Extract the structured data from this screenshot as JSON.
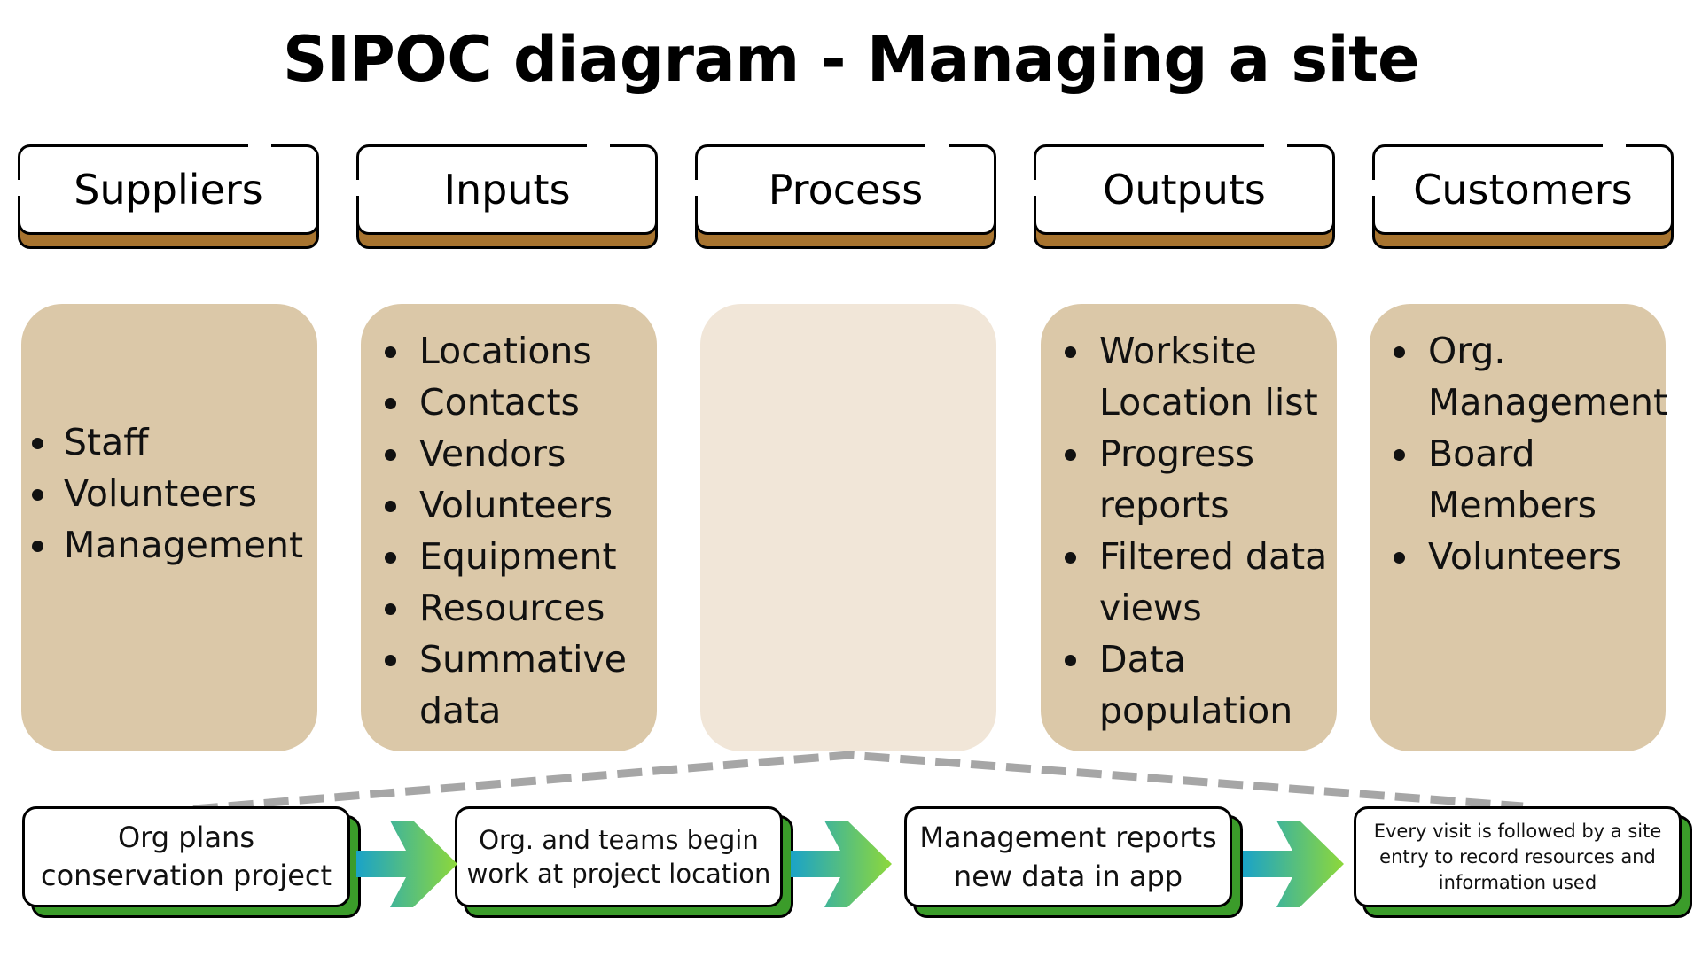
{
  "title": "SIPOC diagram -  Managing a site",
  "headers": [
    "Suppliers",
    "Inputs",
    "Process",
    "Outputs",
    "Customers"
  ],
  "suppliers": [
    "Staff",
    "Volunteers",
    "Management"
  ],
  "inputs": [
    "Locations",
    "Contacts",
    "Vendors",
    "Volunteers",
    "Equipment",
    "Resources",
    "Summative data"
  ],
  "outputs": [
    "Worksite Location list",
    "Progress reports",
    "Filtered data views",
    "Data population"
  ],
  "customers": [
    "Org. Management",
    "Board Members",
    "Volunteers"
  ],
  "steps": [
    "Org plans\nconservation project",
    "Org. and teams begin\nwork at project location",
    "Management reports\nnew data  in app",
    "Every visit is followed by a site\nentry to record resources and\ninformation used"
  ],
  "colors": {
    "card": "#dbc8a8",
    "card_process": "#f1e6d8",
    "header_shadow": "#a8742f",
    "step_shadow": "#3b9c2a",
    "arrow_start": "#1aa3c8",
    "arrow_end": "#8ed83a",
    "connector": "#a6a6a6"
  }
}
